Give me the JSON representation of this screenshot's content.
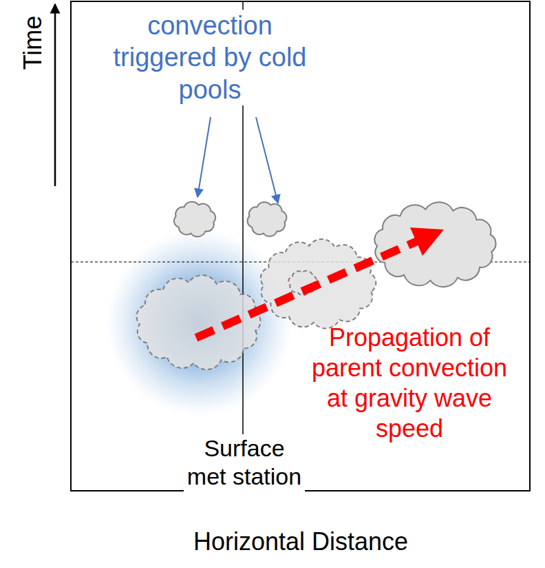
{
  "diagram": {
    "labels": [
      "Time",
      "convection triggered by cold pools",
      "Propagation of parent convection at gravity wave speed",
      "Surface met station",
      "Horizontal Distance"
    ]
  }
}
